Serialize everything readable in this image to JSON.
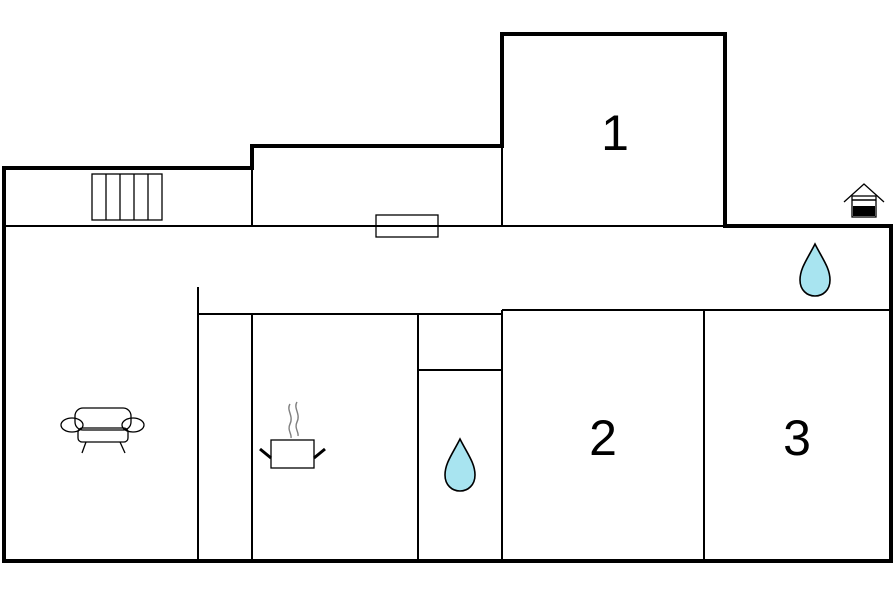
{
  "floor_plan": {
    "rooms": [
      {
        "id": "room-1",
        "label": "1"
      },
      {
        "id": "room-2",
        "label": "2"
      },
      {
        "id": "room-3",
        "label": "3"
      }
    ],
    "icons": {
      "living_room": "sofa-icon",
      "kitchen": "cooking-pot-icon",
      "bathroom": "water-drop-icon",
      "entrance": "house-entrance-icon",
      "heater": "radiator-icon",
      "window": "window-icon"
    },
    "colors": {
      "wall": "#000000",
      "background": "#ffffff",
      "water": "#a8e4f0",
      "steam": "#808080"
    }
  }
}
